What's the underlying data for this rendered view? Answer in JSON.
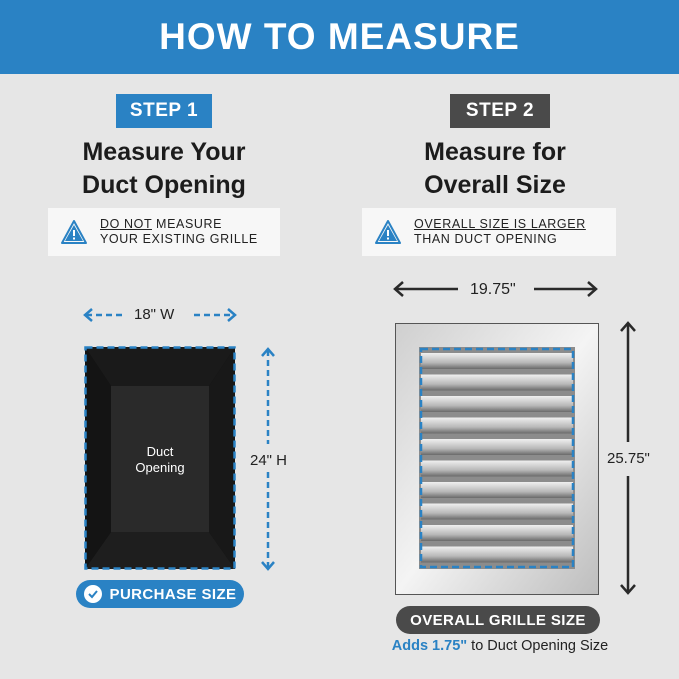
{
  "banner": {
    "title": "HOW TO MEASURE"
  },
  "step1": {
    "badge": "STEP 1",
    "heading_line1": "Measure Your",
    "heading_line2": "Duct Opening",
    "warning_line1_underlined": "DO NOT",
    "warning_line1_rest": " MEASURE",
    "warning_line2": "YOUR EXISTING GRILLE",
    "width_label": "18\" W",
    "height_label": "24\" H",
    "duct_label_line1": "Duct",
    "duct_label_line2": "Opening",
    "purchase_label": "PURCHASE SIZE"
  },
  "step2": {
    "badge": "STEP 2",
    "heading_line1": "Measure for",
    "heading_line2": "Overall Size",
    "warning_line1": "OVERALL SIZE IS LARGER",
    "warning_line2": "THAN DUCT OPENING",
    "width_label": "19.75\"",
    "height_label": "25.75\"",
    "overall_label": "OVERALL GRILLE SIZE",
    "adds_bold": "Adds 1.75\"",
    "adds_rest": " to Duct Opening Size"
  },
  "colors": {
    "blue": "#2a82c4",
    "dark": "#4a4a4a",
    "background": "#e6e6e6"
  },
  "icons": [
    "warning-triangle-icon",
    "check-circle-icon",
    "arrow-icon"
  ]
}
